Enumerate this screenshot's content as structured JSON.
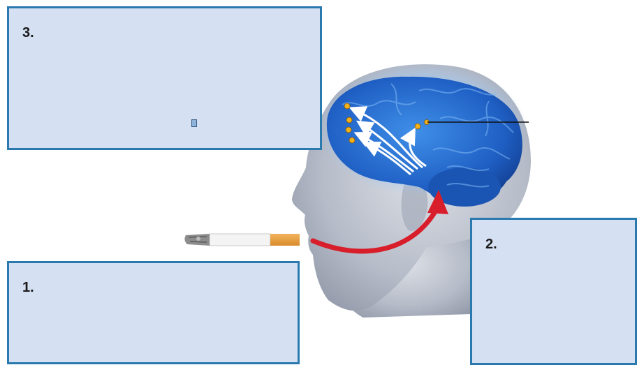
{
  "boxes": {
    "one": {
      "number": "1."
    },
    "two": {
      "number": "2."
    },
    "three": {
      "number": "3."
    }
  },
  "colors": {
    "box_fill": "#d5e1f2",
    "box_border": "#2a7ab0",
    "brain": "#1f5fc4",
    "pathway_arrow": "#d81e2a",
    "receptor_dots": "#f2b21b"
  }
}
